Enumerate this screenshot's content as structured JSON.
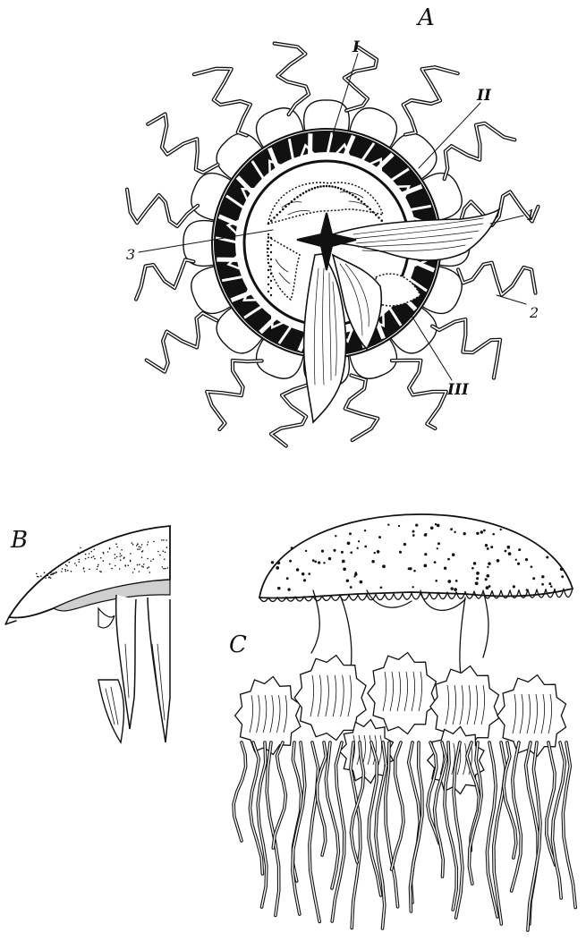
{
  "panels": {
    "a": "A",
    "b": "B",
    "c": "C"
  },
  "labels": {
    "l1": "1",
    "l2": "2",
    "l3": "3",
    "rI": "I",
    "rII": "II",
    "rIII": "III"
  },
  "colors": {
    "ink": "#111111",
    "paper": "#ffffff"
  }
}
